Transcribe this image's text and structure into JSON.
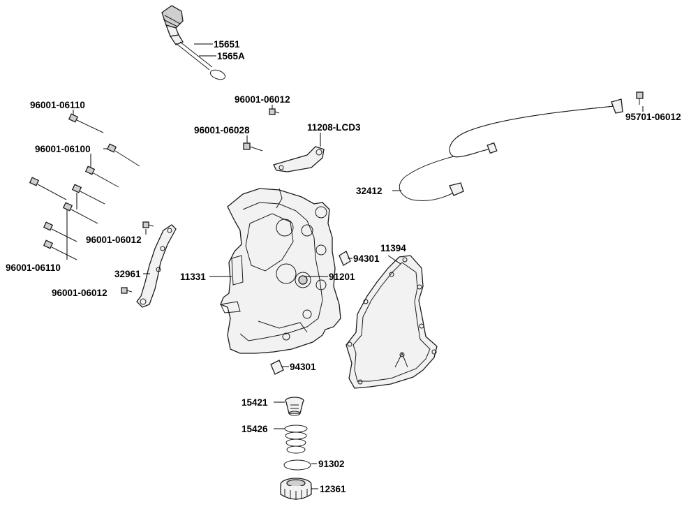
{
  "diagram": {
    "labels": {
      "l15651": "15651",
      "l1565A": "1565A",
      "l96001_06110_top": "96001-06110",
      "l96001_06012_top": "96001-06012",
      "l96001_06028": "96001-06028",
      "l11208_LCD3": "11208-LCD3",
      "l95701_06012": "95701-06012",
      "l96001_06100": "96001-06100",
      "l32412": "32412",
      "l96001_06012_mid": "96001-06012",
      "l94301_top": "94301",
      "l11394": "11394",
      "l96001_06110_bot": "96001-06110",
      "l11331": "11331",
      "l91201": "91201",
      "l32961": "32961",
      "l96001_06012_bot": "96001-06012",
      "l94301_bot": "94301",
      "l15421": "15421",
      "l15426": "15426",
      "l91302": "91302",
      "l12361": "12361"
    }
  }
}
